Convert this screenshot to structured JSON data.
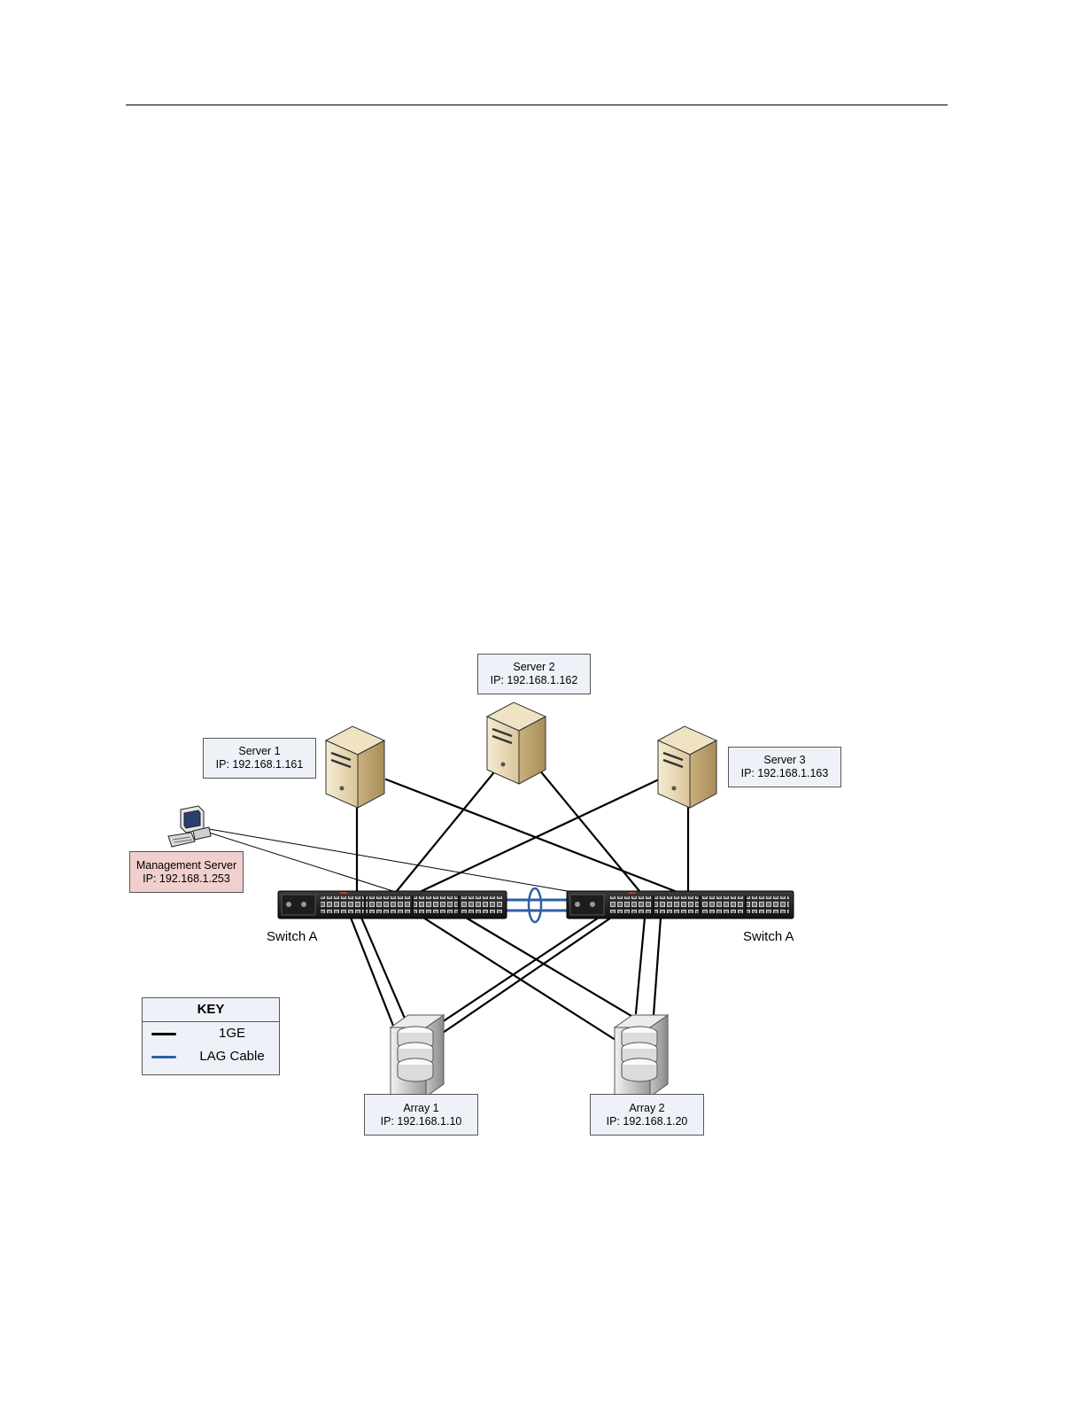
{
  "nodes": {
    "server1": {
      "name": "Server 1",
      "ip": "IP: 192.168.1.161"
    },
    "server2": {
      "name": "Server 2",
      "ip": "IP: 192.168.1.162"
    },
    "server3": {
      "name": "Server 3",
      "ip": "IP: 192.168.1.163"
    },
    "mgmt": {
      "name": "Management Server",
      "ip": "IP: 192.168.1.253"
    },
    "switch_left": {
      "name": "Switch A"
    },
    "switch_right": {
      "name": "Switch A"
    },
    "array1": {
      "name": "Array 1",
      "ip": "IP: 192.168.1.10"
    },
    "array2": {
      "name": "Array 2",
      "ip": "IP: 192.168.1.20"
    }
  },
  "key": {
    "title": "KEY",
    "items": [
      {
        "label": "1GE",
        "color": "#000000"
      },
      {
        "label": "LAG Cable",
        "color": "#2e5fa3"
      }
    ]
  },
  "colors": {
    "lag": "#2e5fa3",
    "cable": "#000000",
    "label_fill": "#eef2f8",
    "mgmt_fill": "#f1cfcf"
  }
}
